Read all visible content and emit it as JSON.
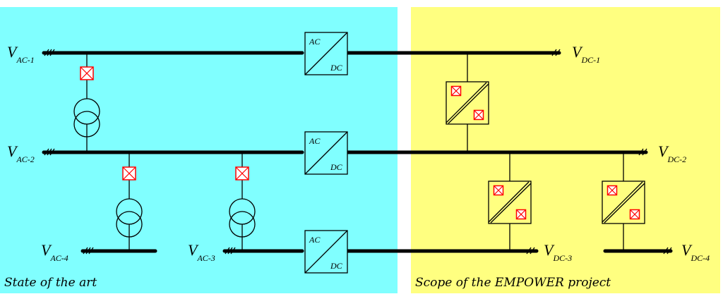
{
  "panels": {
    "left": {
      "title": "State of the art",
      "color": "#80ffff"
    },
    "right": {
      "title": "Scope of the EMPOWER project",
      "color": "#ffff80"
    }
  },
  "colors": {
    "line": "#000000",
    "breaker": "#ff0000"
  },
  "buses": {
    "ac1": {
      "v": "V",
      "sub": "AC-1"
    },
    "ac2": {
      "v": "V",
      "sub": "AC-2"
    },
    "ac3": {
      "v": "V",
      "sub": "AC-3"
    },
    "ac4": {
      "v": "V",
      "sub": "AC-4"
    },
    "dc1": {
      "v": "V",
      "sub": "DC-1"
    },
    "dc2": {
      "v": "V",
      "sub": "DC-2"
    },
    "dc3": {
      "v": "V",
      "sub": "DC-3"
    },
    "dc4": {
      "v": "V",
      "sub": "DC-4"
    }
  },
  "converters": {
    "ac_dc_top": "AC",
    "ac_dc_bottom": "DC"
  }
}
